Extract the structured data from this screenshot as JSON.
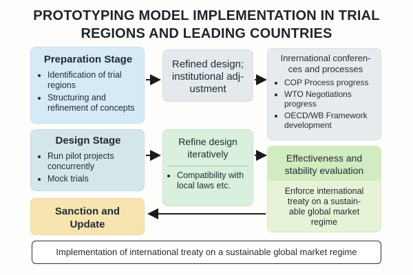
{
  "title": {
    "line1": "PROTOTYPING MODEL IMPLEMENTATION IN TRIAL",
    "line2": "REGIONS AND LEADING COUNTRIES"
  },
  "preparation": {
    "heading": "Preparation Stage",
    "items": [
      "Identification of trial regions",
      "Structuring and refinement of concepts"
    ]
  },
  "refined_design": {
    "line1": "Refined design;",
    "line2": "institutional adj-",
    "line3": "ustment"
  },
  "international": {
    "heading_line1": "Inrernational conferen-",
    "heading_line2": "ces and processes",
    "items": [
      "COP Process progress",
      "WTO Negotiations progress",
      "OECD/WB Framework development"
    ]
  },
  "design": {
    "heading": "Design Stage",
    "items": [
      "Run pilot projects concurrently",
      "Mock trials"
    ]
  },
  "refine_iteratively": {
    "heading_line1": "Refine design",
    "heading_line2": "iteratively",
    "items": [
      "Compatibility with local laws etc."
    ]
  },
  "effectiveness": {
    "heading_line1": "Effectiveness and",
    "heading_line2": "stability evaluation",
    "body_line1": "Enforce international",
    "body_line2": "treaty on a sustain-",
    "body_line3": "able global market",
    "body_line4": "regime"
  },
  "sanction": {
    "line1": "Sanction and",
    "line2": "Update"
  },
  "footer": "Implementation of international treaty on a sustainable global market regime",
  "colors": {
    "preparation": "#d6e9f7",
    "design": "#d5e6ea",
    "sanction": "#f8e4ae",
    "refined_design": "#e4e9ec",
    "refine_iteratively": "#d9f0dc",
    "international": "#e8ebee",
    "effectiveness": "#e7f3d6"
  }
}
